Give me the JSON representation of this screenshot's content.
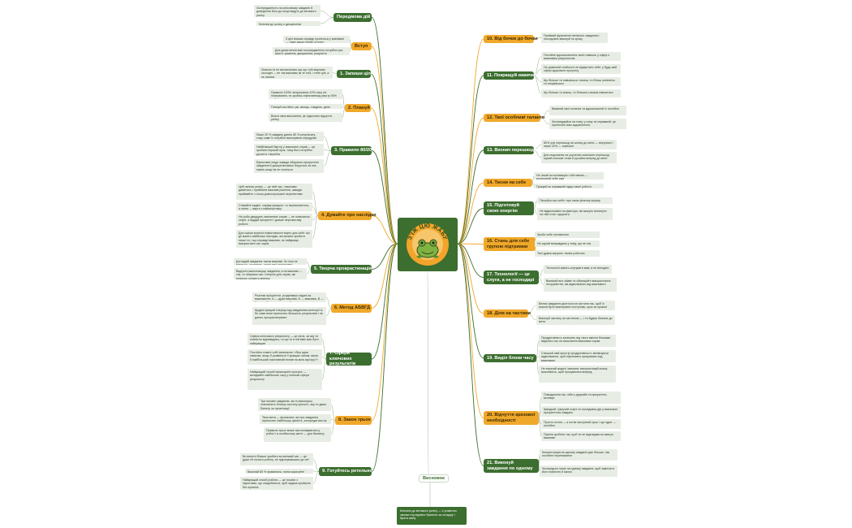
{
  "colors": {
    "green": "#3c6e2f",
    "orange": "#f0a82a",
    "leaf": "#e7ede4",
    "frog": "#7fb241",
    "ring": "#f2a52a"
  },
  "center": {
    "logo_text": "З'ЇЖ ЦЮ ЖАБУ",
    "icon": "frog-logo-icon"
  },
  "conclusion_label": "Висновок",
  "conclusion_text": "Ключем до великого успіху — є розвиток звички послідовно братися за складну і брати жабу",
  "topics": [
    {
      "label": "Передмова дій",
      "leaves": [
        "Зосередженість на ключовому завданні й доведення його до кінця ведуть до великого успіху",
        "Ключем до успіху є дисципліна"
      ]
    },
    {
      "label": "Вступ",
      "leaves": [
        "З цієї книжки справді почнеться у змінився! — і вже зараз треба «з’їсти»",
        "Для досягнення змін зосередженість потрібно три якості: рішення, дисципліна, рішучість"
      ]
    },
    {
      "label": "1. Запиши цілі",
      "leaves": [
        "Знаючи те не визначилась ще що тобі важливо сьогодні — не так важливо як те тобі, і тебе цілі, а не заняти."
      ]
    },
    {
      "label": "2. Плануй",
      "leaves": [
        "Правило 10/90: витрачаючи 10% часу на планування, ти зробиш ефективнішу решту 90% роботи",
        "Плануй постійно: рік, місяць, тиждень, день",
        "Вчися своє виконання, це підсилить відчуття успіху"
      ]
    },
    {
      "label": "3. Правило 80/20",
      "leaves": [
        "Лише 20 % завдань дають 80 % результату, тому саме їх потрібно виконувати передусім",
        "Найбільший бар’єр у виконанні справ — це зробити перший крок, тому його потрібно досягти і перейти",
        "Ефективні люди завжди обирають пріоритетні завдання й дисципліновано беруться за них, навіть якщо їм не хочеться"
      ]
    },
    {
      "label": "4. Думайте про наслідки",
      "leaves": [
        "Цей чинник успіху — це твій час, і важливо дивитися, і приймати важливі рішення, завжди приймайте з точки довгострокової перспективи",
        "Ставайте задачі, справу кращого: то переконаєтесь, а потім — варто з наймогутнішу",
        "Не роби двадцять хвилинних справ — не помічаючи старе, а віддай пріоритет і довше перспективу роботи",
        "Для оцінки власної ефективності варто для себе: які дії мають найбільші наслідки, які можеш зробити лише ти, і що справді важливо, як найкраще використати час зараз"
      ]
    },
    {
      "label": "5. Творча прокрастинація",
      "leaves": [
        "Доглядай завдання таком важливі, бо інші не ваються, досягнуть, може твої пріоритети",
        "Відпусти малозначущі завдання, а на важливі — так, то обираєш час і енергію для справ, які реально рухають вперед"
      ]
    },
    {
      "label": "6. Метод АБВГД",
      "leaves": [
        "Розстав пріоритети, розділивши задачі за важливістю: А — дуже важливі, Б — важливо, В — бажано, Г — делегувати, Д — виключити",
        "Щодня працюй спершу над завданням категорії А, бо саме вони приносять більшість результатів і не дають прокрастинувати"
      ]
    },
    {
      "label": "7. Сфери ключових результатів",
      "leaves": [
        "Сфера ключового результату — це сила, за яку ти повністю відповідаєш, та що ти в ній вміє має бути найкращим",
        "Постійно ставте собі запитання: «Яка одна навичка, якщо б розвинути її кращим чином, мала б найбільший позитивний вплив на мою кар’єру?»",
        "Найкращий спосіб прискорити прогрес — вкладайте найбільше часу у ключові сфери результату"
      ]
    },
    {
      "label": "8. Закон трьох",
      "leaves": [
        "Три головні завдання, які ти виконуєш, становлять більшу частину цінності, яку ти даєш бізнесу чи організації",
        "Твоя мета — визначити, які три завдання приносять найбільшу цінність, зосередитися на них, а решту делегувати",
        "Правило трьох може застосовуватися у роботі і в особистому житті — для балансу"
      ]
    },
    {
      "label": "9. Готуйтесь ретельно",
      "leaves": [
        "Встигнути більше зробити за менший час — це дуже не почати роботу, не підготувавшись до неї",
        "Виконай 80 % правильно, потім коригуйте",
        "Найкращий спосіб робити — це почати з підготовки, що знадобиться, щоб задача пройшла без зупинок"
      ]
    },
    {
      "label": "10. Від бочки до бочки",
      "leaves": [
        "Приймай фрагменти великого завдання і послідовно виконуй по кроку"
      ]
    },
    {
      "label": "11. Покращуй навички",
      "leaves": [
        "Постійне вдосконалення своїх навичок у сфері є важливим результатом",
        "Не дозволяй слабкості не відпустити тебе: у будь-якій сфері здорового прогресу",
        "Що більше ти навчаєшся і знаєш, то більш упевнено ти почуваєшся",
        "Що більше ти знаєш, то більшого можна навчитися"
      ]
    },
    {
      "label": "12. Твої особливі таланти",
      "leaves": [
        "Виявляй свої таланти та вдосконалюй їх постійно",
        "Зосереджуйся на тому, у чому ти справжній, це приносить вам задоволення"
      ]
    },
    {
      "label": "13. Визнач перешкоди",
      "leaves": [
        "80% усіх перешкод на шляху до мети — внутрішні і лише 20% — зовнішні",
        "Для подолання чи усунення зовнішніх перешкод шукай ключові точки й рухайся вперед до мети"
      ]
    },
    {
      "label": "14. Тисни на себе",
      "leaves": [
        "Не чекай на мотивацію і обставини — контролюй себе сам",
        "Працюй як справжній лідер своєї роботи"
      ]
    },
    {
      "label": "15. Підготовуй свою енергію",
      "leaves": [
        "Піклуйся про себе і про свою фізичну форму",
        "Не відволікайся на фактори, які можуть вплинути на твій стан і здоров’я"
      ]
    },
    {
      "label": "16. Стань для себе групою підтримки",
      "leaves": [
        "Зроби себе оптимістом",
        "Не шукай виправдань у тому, що не так",
        "Твої думки керують твоєю роботою"
      ]
    },
    {
      "label": "17. Технології — це слуги, а не господарі",
      "leaves": [
        "Технології мають слугувати вам, а не володіти",
        "Вимикай все зайве та обмежуйте використання інструментів, які відволікають від важливого"
      ]
    },
    {
      "label": "18. Діли на частини",
      "leaves": [
        "Великі завдання ділиться на частини так, щоб їх можна було виконувати поступово, крок за кроком",
        "Виконуй частину за частиною — і ти будеш ближче до мети"
      ]
    },
    {
      "label": "19. Виділ блоки часу",
      "leaves": [
        "Продуктивність залежить від твого вміння блоками виділяти час на виконання важливих справ",
        "Створюй свій простір продуктивності, мінімізуючи відволікання, щоб ефективно працювати над важливим",
        "Не втрачай жодної хвилини: використовуй кожну можливість, щоб просуватися вперед"
      ]
    },
    {
      "label": "20. Відчуття кризової необхідності",
      "leaves": [
        "Поводження так, ніби є дедлайн та пріоритети, мотивує",
        "Швидкий і рішучий старт та послідовна дія у виконанні пріоритетних завдань",
        "Просто почни — а потім наступний крок, і ще один — постійно",
        "Прагни зробити так, щоб ти не відкладав на завтра важливе"
      ]
    },
    {
      "label": "21. Виконуй завдання по одному",
      "leaves": [
        "Концентрація на одному завданні дає більше, ніж постійне перемикання",
        "Зосередься лише на одному завданні, щоб закінчити його повністю й якісно"
      ]
    }
  ]
}
